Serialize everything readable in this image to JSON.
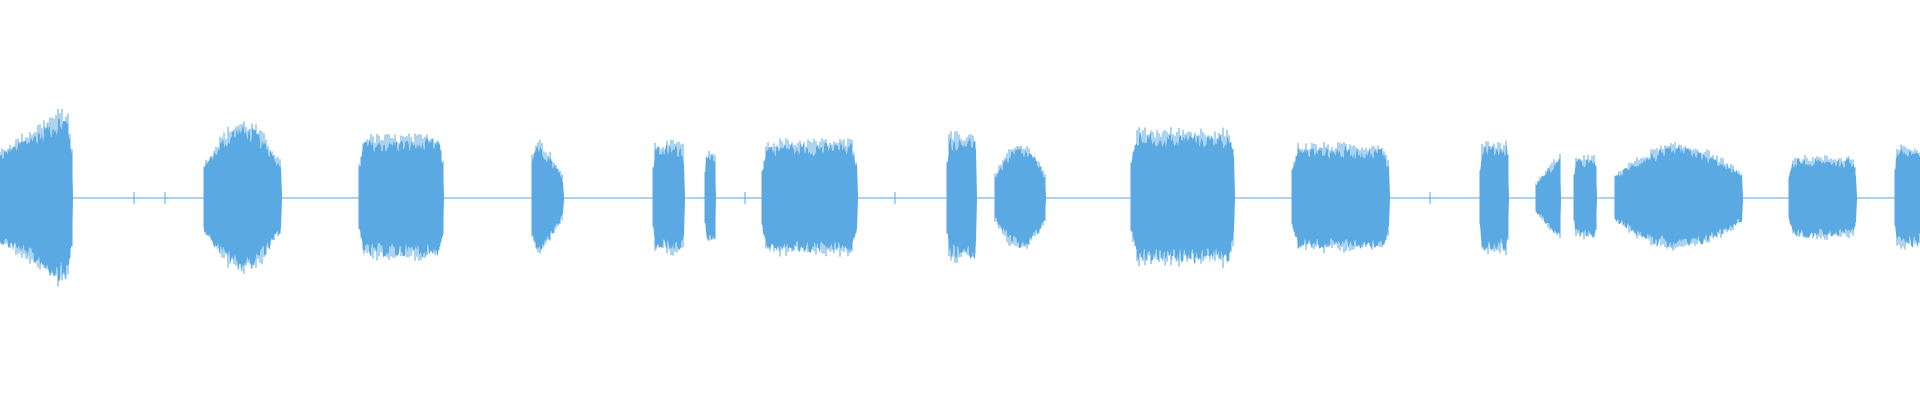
{
  "waveform": {
    "color": "#5aa9e3",
    "baseline_color": "#5aa9e3",
    "duration_fraction": 1.0,
    "segments": [
      {
        "start": 0.0,
        "end": 0.038,
        "amp": 0.42,
        "shape": "swell"
      },
      {
        "start": 0.106,
        "end": 0.147,
        "amp": 0.37,
        "shape": "dome"
      },
      {
        "start": 0.187,
        "end": 0.231,
        "amp": 0.3,
        "shape": "flat"
      },
      {
        "start": 0.277,
        "end": 0.294,
        "amp": 0.3,
        "shape": "fade"
      },
      {
        "start": 0.34,
        "end": 0.357,
        "amp": 0.27,
        "shape": "flat"
      },
      {
        "start": 0.367,
        "end": 0.373,
        "amp": 0.22,
        "shape": "flat"
      },
      {
        "start": 0.397,
        "end": 0.447,
        "amp": 0.28,
        "shape": "flat"
      },
      {
        "start": 0.493,
        "end": 0.509,
        "amp": 0.31,
        "shape": "flat"
      },
      {
        "start": 0.518,
        "end": 0.545,
        "amp": 0.26,
        "shape": "dome"
      },
      {
        "start": 0.589,
        "end": 0.643,
        "amp": 0.33,
        "shape": "flat"
      },
      {
        "start": 0.673,
        "end": 0.724,
        "amp": 0.26,
        "shape": "flat"
      },
      {
        "start": 0.771,
        "end": 0.786,
        "amp": 0.27,
        "shape": "flat"
      },
      {
        "start": 0.8,
        "end": 0.813,
        "amp": 0.22,
        "shape": "ramp"
      },
      {
        "start": 0.82,
        "end": 0.832,
        "amp": 0.2,
        "shape": "flat"
      },
      {
        "start": 0.841,
        "end": 0.908,
        "amp": 0.26,
        "shape": "dome"
      },
      {
        "start": 0.932,
        "end": 0.967,
        "amp": 0.2,
        "shape": "flat"
      },
      {
        "start": 0.987,
        "end": 1.0,
        "amp": 0.25,
        "shape": "flat"
      }
    ],
    "blips": [
      0.086,
      0.07,
      0.112,
      0.388,
      0.466,
      0.64,
      0.691,
      0.745,
      0.96
    ],
    "noise_amp": 0.008
  }
}
